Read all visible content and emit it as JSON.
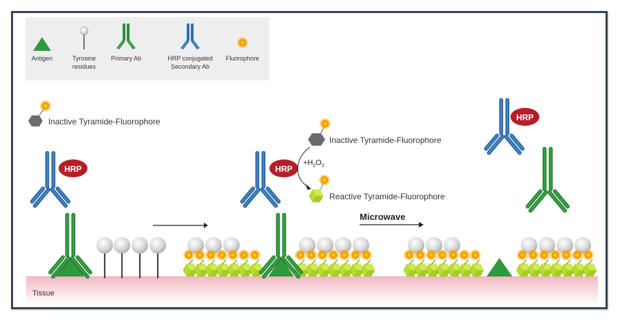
{
  "legend": {
    "items": [
      {
        "label_line1": "Antigen",
        "label_line2": "",
        "icon": "antigen-triangle-icon"
      },
      {
        "label_line1": "Tyrosine",
        "label_line2": "residues",
        "icon": "tyrosine-residue-icon"
      },
      {
        "label_line1": "Primary Ab",
        "label_line2": "",
        "icon": "primary-antibody-icon"
      },
      {
        "label_line1": "HRP conjugated",
        "label_line2": "Secondary Ab",
        "icon": "secondary-antibody-icon"
      },
      {
        "label_line1": "Fluorophore",
        "label_line2": "",
        "icon": "fluorophore-icon"
      }
    ]
  },
  "labels": {
    "inactive_tyramide_left": "Inactive Tyramide-Fluorophore",
    "inactive_tyramide_reaction": "Inactive Tyramide-Fluorophore",
    "reactive_tyramide": "Reactive Tyramide-Fluorophore",
    "h2o2_prefix": "+H",
    "h2o2_sub1": "2",
    "h2o2_mid": "O",
    "h2o2_sub2": "2",
    "microwave": "Microwave",
    "tissue": "Tissue",
    "hrp": "HRP"
  },
  "colors": {
    "primary_ab": "#2e8b3a",
    "secondary_ab": "#2f6fad",
    "hrp": "#b51f2a",
    "antigen": "#2f9a3c",
    "tyramide_inactive": "#6b6b6b",
    "tyramide_reactive": "#b8dc2c",
    "fluorophore": "#f5a900",
    "tissue": "#f5c9cf",
    "frame": "#34435a",
    "legend_bg": "#eeeeee"
  }
}
